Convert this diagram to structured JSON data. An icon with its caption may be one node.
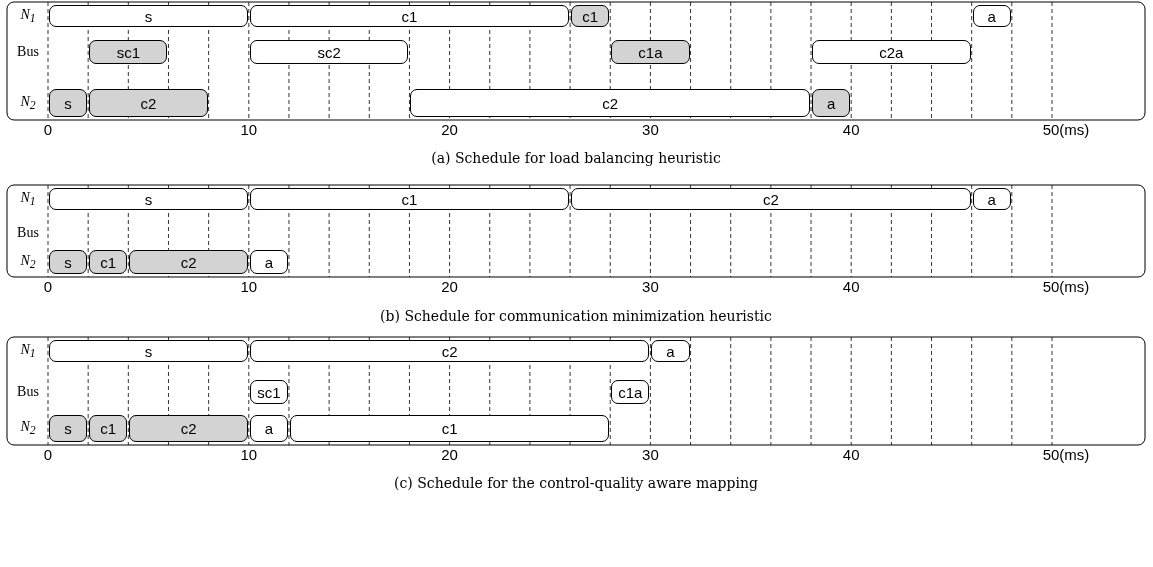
{
  "diagram": {
    "nodes": [
      {
        "text": [
          "s"
        ]
      },
      {
        "text": [
          "c1"
        ]
      },
      {
        "text": [
          "c1"
        ]
      },
      {
        "text": [
          "a"
        ]
      },
      {
        "text": [
          "sc1"
        ]
      },
      {
        "text": [
          "sc2"
        ]
      },
      {
        "text": [
          "c1a"
        ]
      },
      {
        "text": [
          "c2a"
        ]
      },
      {
        "text": [
          "s"
        ]
      },
      {
        "text": [
          "c2"
        ]
      },
      {
        "text": [
          "c2"
        ]
      },
      {
        "text": [
          "a"
        ]
      },
      {
        "text": [
          "s"
        ]
      },
      {
        "text": [
          "c1"
        ]
      },
      {
        "text": [
          "c2"
        ]
      },
      {
        "text": [
          "a"
        ]
      },
      {
        "text": [
          "s"
        ]
      },
      {
        "text": [
          "c1"
        ]
      },
      {
        "text": [
          "c2"
        ]
      },
      {
        "text": [
          "a"
        ]
      },
      {
        "text": [
          "s"
        ]
      },
      {
        "text": [
          "c2"
        ]
      },
      {
        "text": [
          "a"
        ]
      },
      {
        "text": [
          "sc1"
        ]
      },
      {
        "text": [
          "c1a"
        ]
      },
      {
        "text": [
          "s"
        ]
      },
      {
        "text": [
          "c1"
        ]
      },
      {
        "text": [
          "c2"
        ]
      },
      {
        "text": [
          "a"
        ]
      },
      {
        "text": [
          "c1"
        ]
      }
    ],
    "labels": [
      "N$_{1}$",
      "Bus",
      "N$_{2}$",
      "0",
      "10",
      "20",
      "30",
      "40",
      "50(ms)",
      "(a) Schedule for load balancing heuristic",
      "N$_{1}$",
      "Bus",
      "N$_{2}$",
      "0",
      "10",
      "20",
      "30",
      "40",
      "50(ms)",
      "(b) Schedule for communication minimization heuristic",
      "N$_{1}$",
      "Bus",
      "N$_{2}$",
      "0",
      "10",
      "20",
      "30",
      "40",
      "50(ms)",
      "(c) Schedule for the control-quality aware mapping"
    ]
  }
}
